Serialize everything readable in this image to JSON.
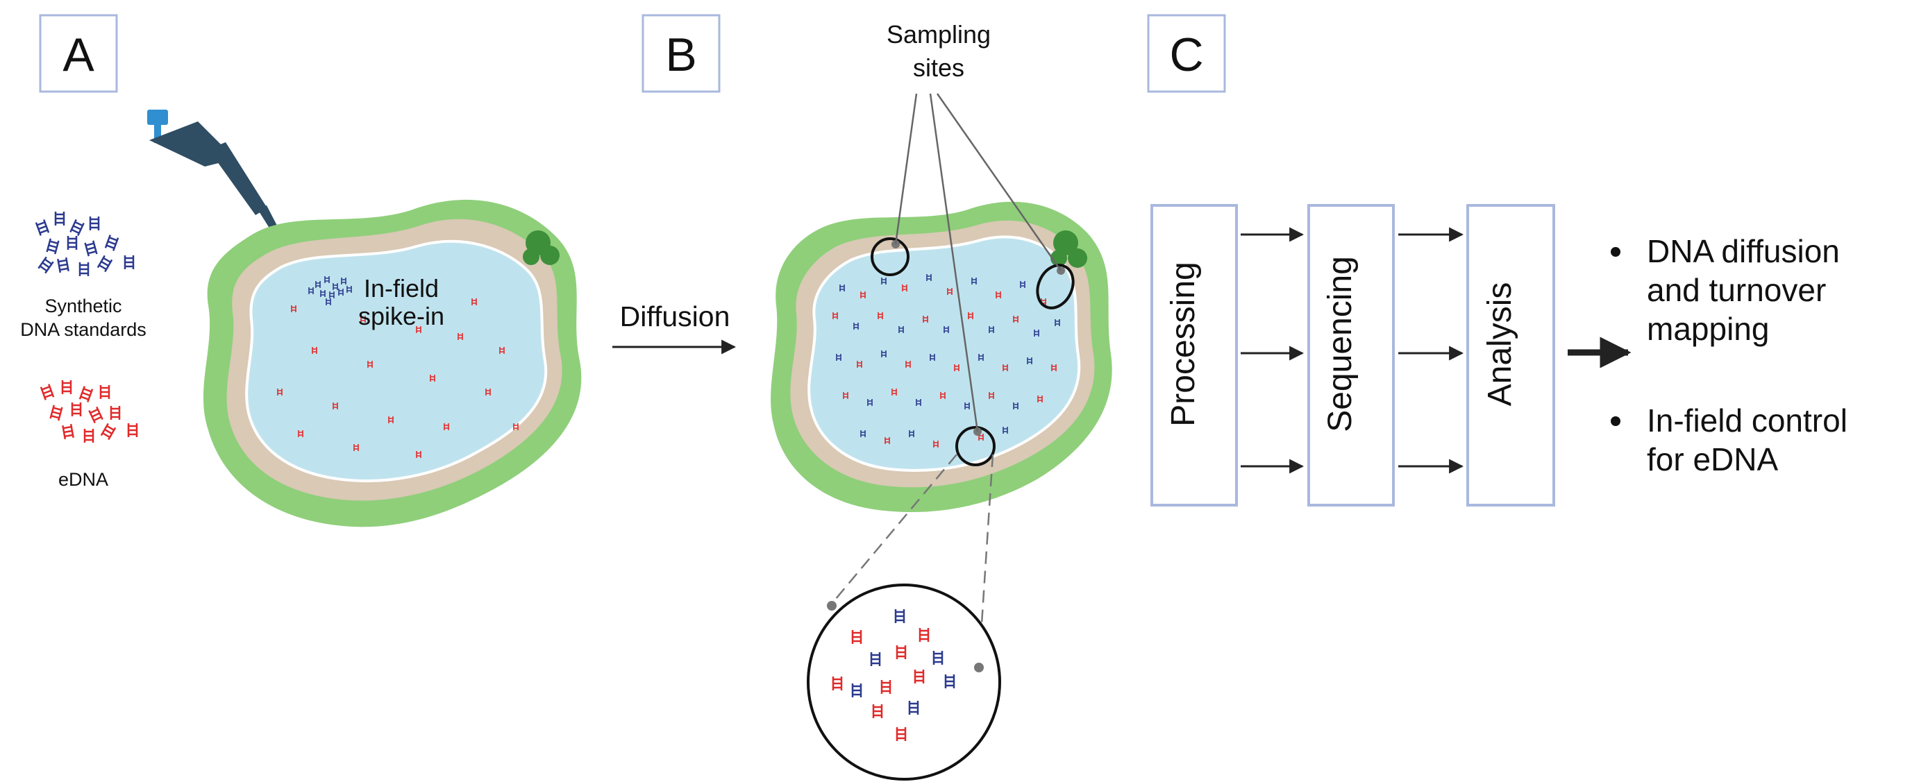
{
  "panels": {
    "a": "A",
    "b": "B",
    "c": "C"
  },
  "legend": {
    "synthetic_line1": "Synthetic",
    "synthetic_line2": "DNA standards",
    "edna": "eDNA"
  },
  "spike_in": {
    "line1": "In-field",
    "line2": "spike-in"
  },
  "diffusion_label": "Diffusion",
  "sampling": {
    "line1": "Sampling",
    "line2": "sites"
  },
  "workflow": {
    "steps": [
      "Processing",
      "Sequencing",
      "Analysis"
    ]
  },
  "outcomes": [
    {
      "line1": "DNA diffusion",
      "line2": "and turnover",
      "line3": "mapping"
    },
    {
      "line1": "In-field control",
      "line2": "for eDNA"
    }
  ],
  "colors": {
    "synthetic_dna": "#2b3a8f",
    "edna": "#e02a2a",
    "water": "#bfe3ee",
    "shore": "#d9c9b5",
    "vegetation": "#8fcf7a",
    "panel_border": "#a9b8de",
    "pipette": "#2f4d63"
  }
}
